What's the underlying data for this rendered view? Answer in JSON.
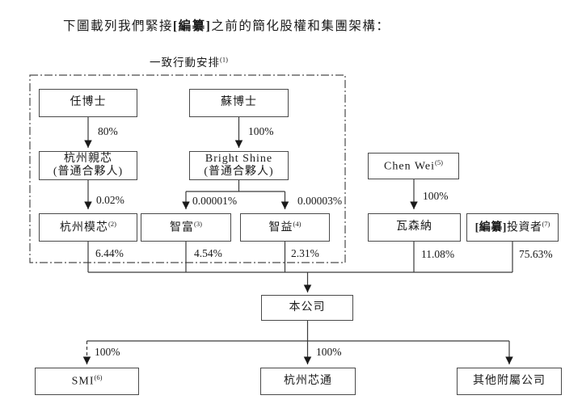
{
  "title": {
    "prefix": "下圖載列我們緊接",
    "bold": "[編纂]",
    "suffix": "之前的簡化股權和集團架構："
  },
  "diagram": {
    "group_label": {
      "text": "一致行動安排",
      "sup": "(1)"
    },
    "ink_color": "#2b2b2b",
    "nodes": {
      "dr_ren": {
        "label": "任博士"
      },
      "dr_su": {
        "label": "蘇博士"
      },
      "hangzhou_qinxin": {
        "line1": "杭州親芯",
        "line2": "(普通合夥人)"
      },
      "bright_shine": {
        "line1": "Bright Shine",
        "line2": "(普通合夥人)"
      },
      "hangzhou_moxin": {
        "label": "杭州模芯",
        "sup": "(2)"
      },
      "zhi_fu": {
        "label": "智富",
        "sup": "(3)"
      },
      "zhi_yi": {
        "label": "智益",
        "sup": "(4)"
      },
      "chen_wei": {
        "label": "Chen Wei",
        "sup": "(5)"
      },
      "wasenna": {
        "label": "瓦森納"
      },
      "investors": {
        "bold": "[編纂]",
        "label": "投資者",
        "sup": "(7)"
      },
      "company": {
        "label": "本公司"
      },
      "smi": {
        "label": "SMI",
        "sup": "(6)"
      },
      "hangzhou_xintong": {
        "label": "杭州芯通"
      },
      "other_subsidiaries": {
        "label": "其他附屬公司"
      }
    },
    "percentages": {
      "ren_to_qinxin": "80%",
      "su_to_brightshine": "100%",
      "qinxin_to_moxin": "0.02%",
      "brightshine_to_zhifu": "0.00001%",
      "brightshine_to_zhiyi": "0.00003%",
      "chenwei_to_wasenna": "100%",
      "moxin_to_company": "6.44%",
      "zhifu_to_company": "4.54%",
      "zhiyi_to_company": "2.31%",
      "wasenna_to_company": "11.08%",
      "investors_to_company": "75.63%",
      "company_to_smi": "100%",
      "company_to_xintong": "100%"
    }
  }
}
